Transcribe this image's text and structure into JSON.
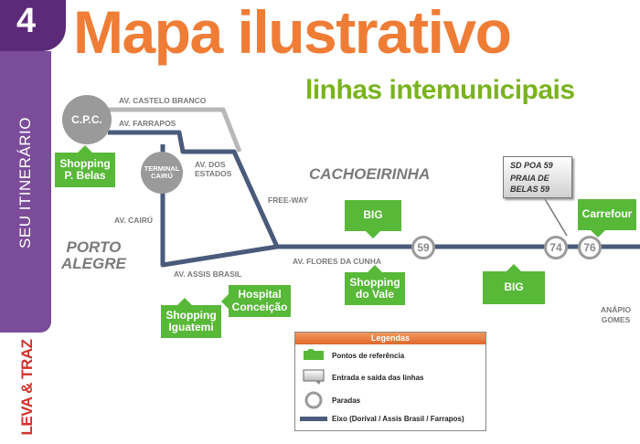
{
  "badge": {
    "number": "4"
  },
  "sidebar": {
    "label": "SEU ITINERÁRIO",
    "brand": "LEVA & TRAZ"
  },
  "title": "Mapa ilustrativo",
  "subtitle": "linhas intemunicipais",
  "streets": {
    "castelo_branco": "AV. CASTELO BRANCO",
    "farrapos": "AV. FARRAPOS",
    "dos_estados_1": "AV. DOS",
    "dos_estados_2": "ESTADOS",
    "free_way": "FREE-WAY",
    "cairu": "AV. CAIRÚ",
    "assis_brasil": "AV. ASSIS BRASIL",
    "flores_da_cunha": "AV. FLORES DA CUNHA"
  },
  "cities": {
    "cachoeirinha": "CACHOEIRINHA",
    "porto_alegre_1": "PORTO",
    "porto_alegre_2": "ALEGRE",
    "anapio_gomes_1": "ANÁPIO",
    "anapio_gomes_2": "GOMES"
  },
  "terminals": {
    "cpc": "C.P.C.",
    "cairu_1": "TERMINAL",
    "cairu_2": "CAIRÚ"
  },
  "references": {
    "shopping_pbelas_1": "Shopping",
    "shopping_pbelas_2": "P. Belas",
    "big_top": "BIG",
    "carrefour": "Carrefour",
    "shopping_iguatemi_1": "Shopping",
    "shopping_iguatemi_2": "Iguatemi",
    "hospital_1": "Hospital",
    "hospital_2": "Conceição",
    "shopping_vale_1": "Shopping",
    "shopping_vale_2": "do Vale",
    "big_bottom": "BIG"
  },
  "stops": {
    "s59": "59",
    "s74": "74",
    "s76": "76"
  },
  "callout": {
    "line1": "SD POA 59",
    "line2": "PRAIA DE",
    "line3": "BELAS 59"
  },
  "legend": {
    "title": "Legendas",
    "reference_points": "Pontos de referência",
    "entry_exit": "Entrada e saída das linhas",
    "stops": "Paradas",
    "axis": "Eixo (Dorival / Assis Brasil / Farrapos)"
  },
  "colors": {
    "purple_dark": "#5b2a78",
    "purple": "#7b4c9a",
    "orange": "#ef7d36",
    "green_text": "#7ab31e",
    "reference_green": "#58b838",
    "axis_blue": "#4a5a7a",
    "secondary_route_gray": "#b8b8b8",
    "stop_gray": "#9a9a9a",
    "brand_red": "#d0322a"
  }
}
